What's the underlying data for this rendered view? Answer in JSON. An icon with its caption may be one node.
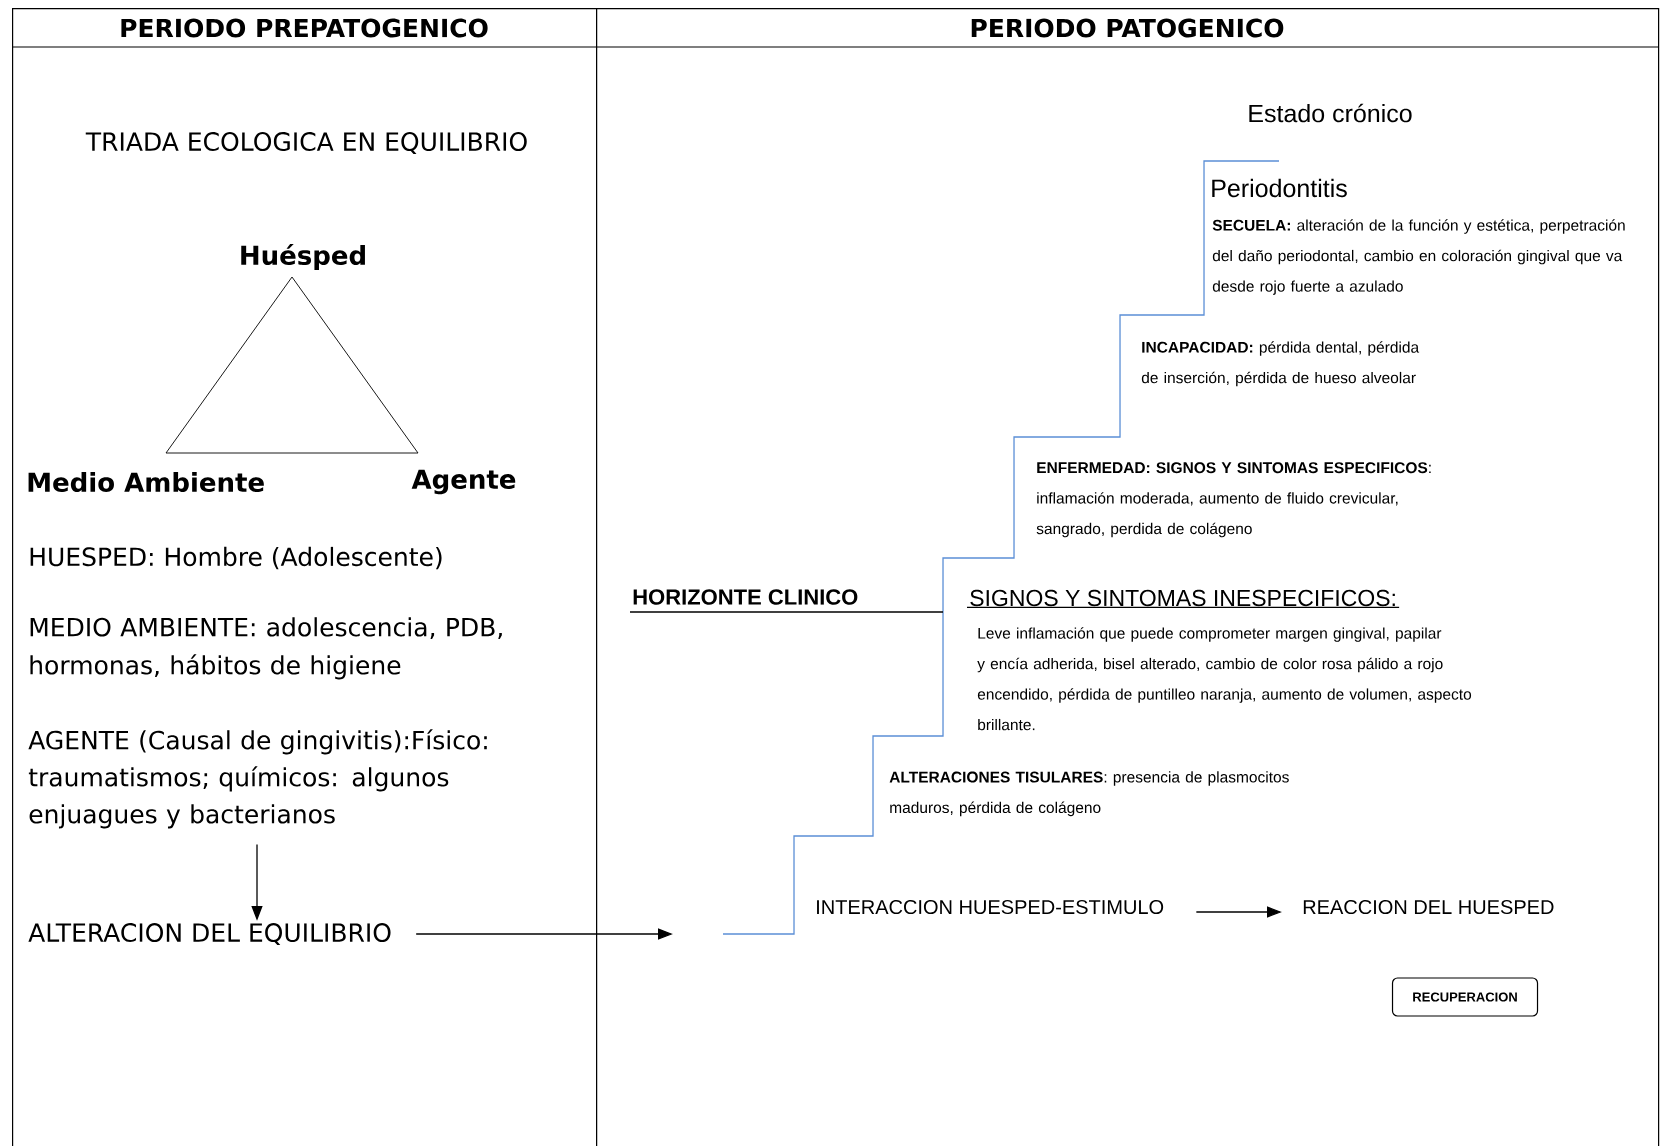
{
  "diagram": {
    "nodes": [
      {
        "text": [
          "PERIODO PREPATOGENICO"
        ]
      },
      {
        "text": [
          "PERIODO PATOGENICO"
        ]
      },
      {
        "text": [
          "Huésped",
          "Medio Ambiente",
          "Agente"
        ],
        "in": 0
      },
      {
        "text": [
          "AGENTE (Causal de gingivitis):Físico: traumatismos; químicos: algunos enjuagues y bacterianos"
        ],
        "in": 0
      },
      {
        "text": [
          "ALTERACION DEL EQUILIBRIO"
        ],
        "in": 0
      },
      {
        "text": [
          "INTERACCION HUESPED-ESTIMULO"
        ],
        "in": 1
      },
      {
        "text": [
          "REACCION DEL HUESPED"
        ],
        "in": 1
      },
      {
        "text": [
          "RECUPERACION"
        ],
        "in": 1
      }
    ],
    "edges": [
      {
        "from": 3,
        "to": 4,
        "arrow": "to"
      },
      {
        "from": 4,
        "to": null,
        "arrow": "to"
      },
      {
        "from": 5,
        "to": 6,
        "arrow": "to"
      }
    ],
    "labels": [
      "TRIADA ECOLOGICA EN EQUILIBRIO",
      "HUESPED: Hombre (Adolescente)",
      "MEDIO AMBIENTE: adolescencia, PDB, hormonas, hábitos de higiene",
      "Estado crónico",
      "Periodontitis",
      "**SECUELA:** alteración de la función y estética, perpetración del daño periodontal, cambio en coloración gingival que va desde rojo fuerte a azulado",
      "**INCAPACIDAD:** pérdida dental, pérdida de inserción, pérdida de hueso alveolar",
      "**ENFERMEDAD: SIGNOS Y SINTOMAS ESPECIFICOS**: inflamación moderada, aumento de fluido crevicular, sangrado, perdida de colágeno",
      "HORIZONTE CLINICO",
      "SIGNOS Y SINTOMAS INESPECIFICOS:",
      "Leve inflamación que puede comprometer margen gingival, papilar y encía adherida, bisel alterado, cambio de color rosa pálido a rojo encendido, pérdida de puntilleo naranja, aumento de volumen, aspecto brillante.",
      "**ALTERACIONES TISULARES**: presencia de plasmocitos maduros, pérdida de colágeno"
    ]
  }
}
